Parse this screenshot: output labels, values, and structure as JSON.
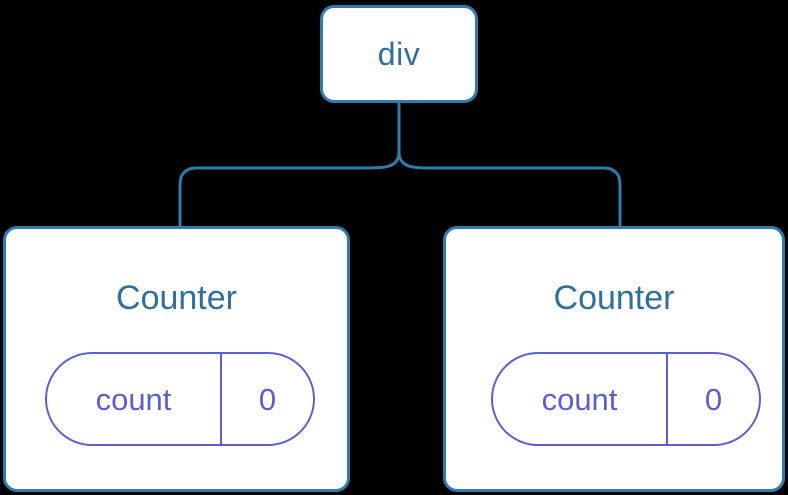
{
  "diagram": {
    "type": "component-tree",
    "background_color": "#000000",
    "node_border_color": "#2e7bb0",
    "node_text_color": "#2e6f9e",
    "pill_color": "#5a5fd8",
    "connector_color": "#2e7bb0",
    "root": {
      "label": "div"
    },
    "children": [
      {
        "title": "Counter",
        "state": {
          "key": "count",
          "value": "0"
        }
      },
      {
        "title": "Counter",
        "state": {
          "key": "count",
          "value": "0"
        }
      }
    ]
  }
}
